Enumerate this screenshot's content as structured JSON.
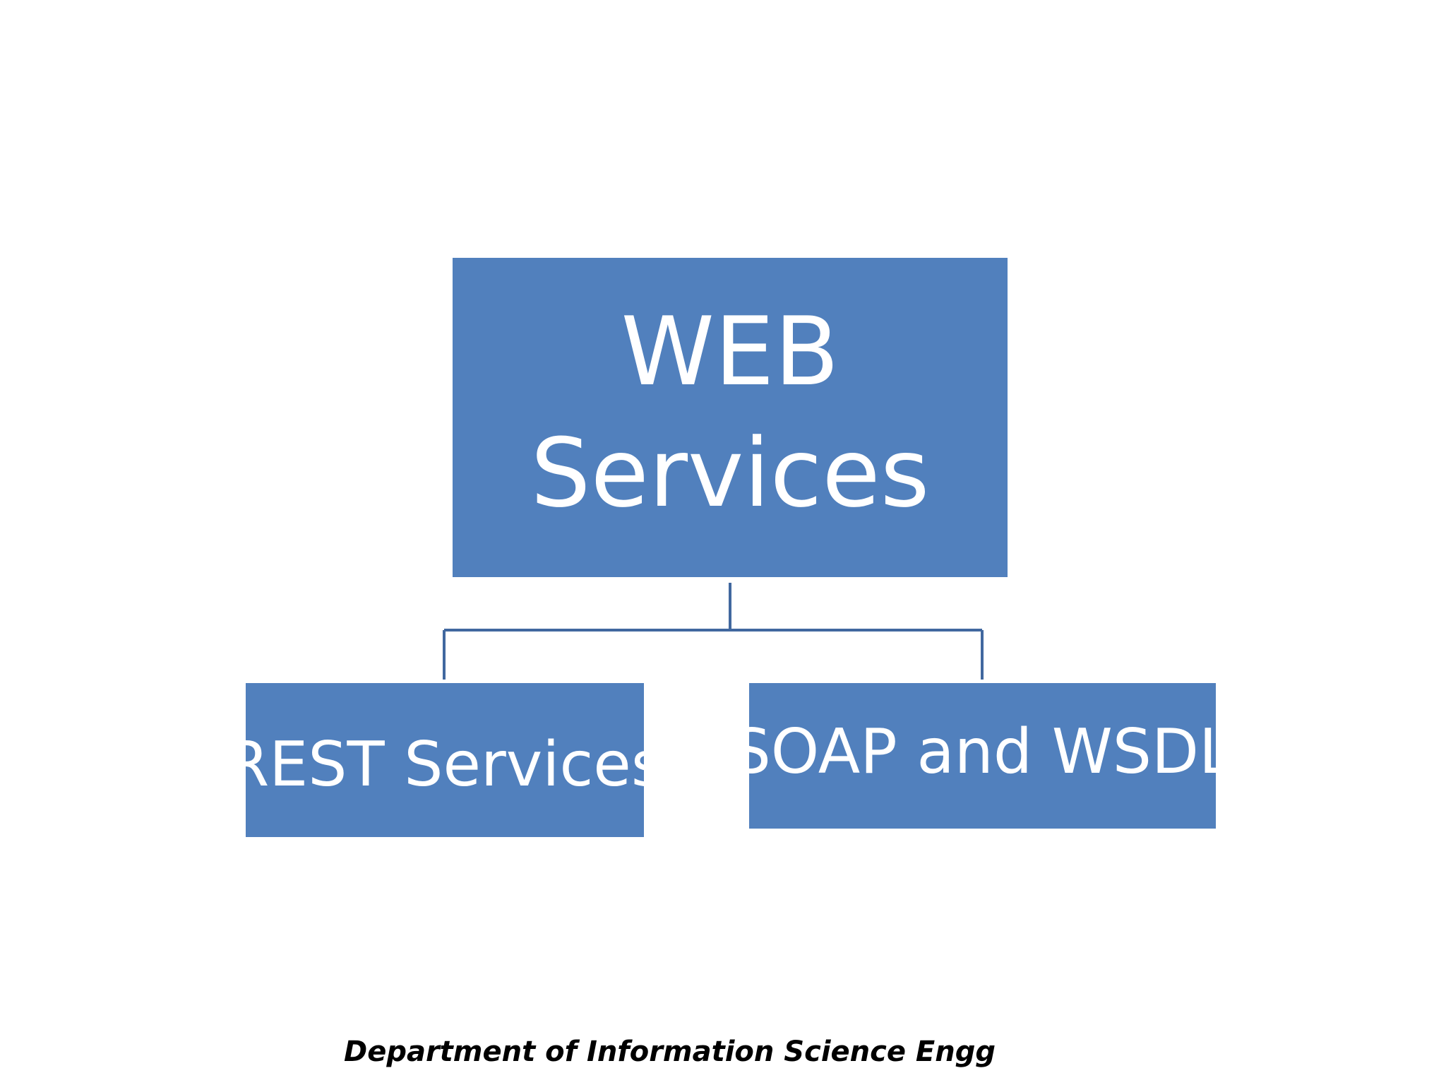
{
  "diagram": {
    "root": {
      "label": "WEB\nServices"
    },
    "children": [
      {
        "label": "REST Services"
      },
      {
        "label": "SOAP and WSDL"
      }
    ]
  },
  "footer": {
    "text": "Department of Information Science Engg"
  },
  "colors": {
    "box_fill": "#5180bd",
    "box_text": "#ffffff",
    "connector": "#41689f",
    "background": "#ffffff"
  }
}
